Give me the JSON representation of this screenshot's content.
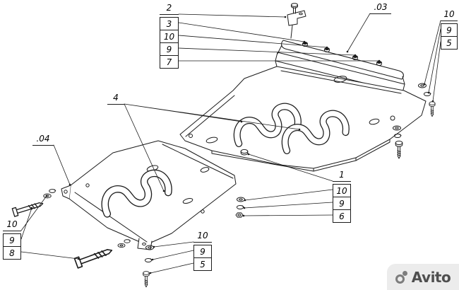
{
  "drawing": {
    "description": "Exploded isometric technical drawing of two vehicle skid plates with crossmember, bracket and mounting hardware"
  },
  "callouts": {
    "top_left": {
      "header": "2",
      "items": [
        "3",
        "10",
        "9",
        "7"
      ]
    },
    "part_03": {
      "label": ".03"
    },
    "top_right": {
      "header": "10",
      "items": [
        "9",
        "5"
      ]
    },
    "label_4": {
      "label": "4"
    },
    "part_04": {
      "label": ".04"
    },
    "right": {
      "header": "1",
      "items": [
        "10",
        "9",
        "6"
      ]
    },
    "bottom_left": {
      "header": "10",
      "items": [
        "9",
        "8"
      ]
    },
    "bottom_mid": {
      "header": "10",
      "items": [
        "9",
        "5"
      ]
    }
  },
  "watermark": {
    "text": "Avito"
  },
  "colors": {
    "line": "#1b1b1b",
    "watermark_bg": "#ececec",
    "watermark_text": "#4f4f4f"
  }
}
